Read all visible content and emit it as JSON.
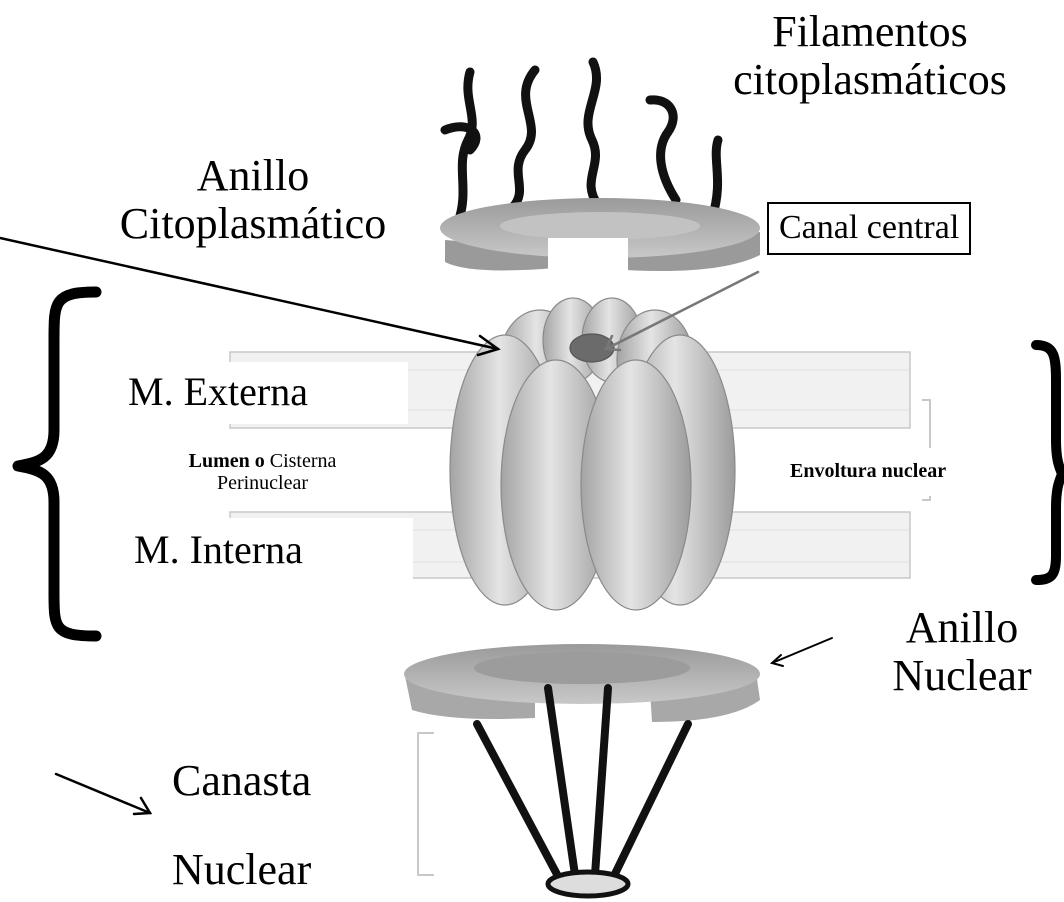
{
  "labels": {
    "filamentos_line1": "Filamentos",
    "filamentos_line2": "citoplasmáticos",
    "anillo_cito_line1": "Anillo",
    "anillo_cito_line2": "Citoplasmático",
    "canal_central": "Canal central",
    "m_externa": "M. Externa",
    "lumen_bold": "Lumen o",
    "lumen_rest": " Cisterna",
    "lumen_line2": "Perinuclear",
    "m_interna": "M. Interna",
    "envoltura": "Envoltura nuclear",
    "anillo_nuclear_line1": "Anillo",
    "anillo_nuclear_line2": "Nuclear",
    "canasta_line1": "Canasta",
    "canasta_line2": "Nuclear"
  },
  "colors": {
    "ink": "#000000",
    "membrane": "#eeeeee",
    "ring_dark": "#8a8a8a",
    "ring_light": "#bdbdbd",
    "spoke_gradient_light": "#e6e6e6",
    "spoke_gradient_dark": "#9a9a9a",
    "channel": "#6b6b6b"
  }
}
